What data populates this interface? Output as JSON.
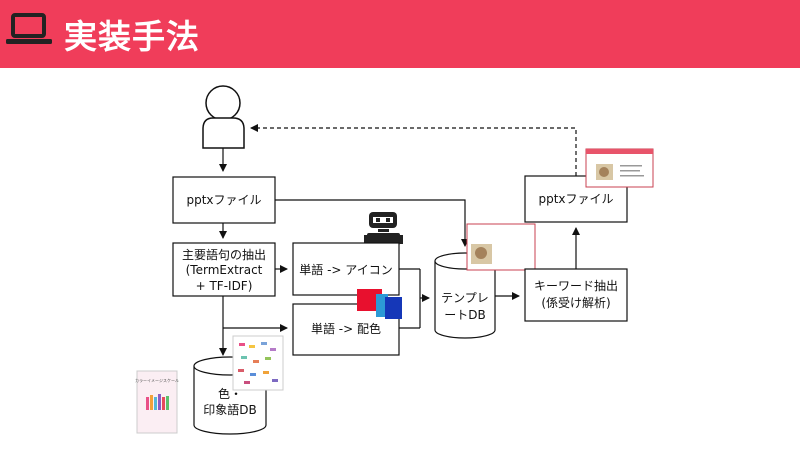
{
  "header": {
    "title": "実装手法",
    "bg_color": "#f03d5a",
    "icon": "laptop-icon"
  },
  "diagram": {
    "pptx_in": "pptxファイル",
    "extract": [
      "主要語句の抽出",
      "(TermExtract",
      "+ TF-IDF)"
    ],
    "word_icon": "単語 -> アイコン",
    "word_color": "単語 -> 配色",
    "color_db": [
      "色・",
      "印象語DB"
    ],
    "template_db": [
      "テンプレ",
      "ートDB"
    ],
    "keyword": [
      "キーワード抽出",
      "(係受け解析)"
    ],
    "pptx_out": "pptxファイル",
    "book_cover": "カラーイメージスケール"
  }
}
